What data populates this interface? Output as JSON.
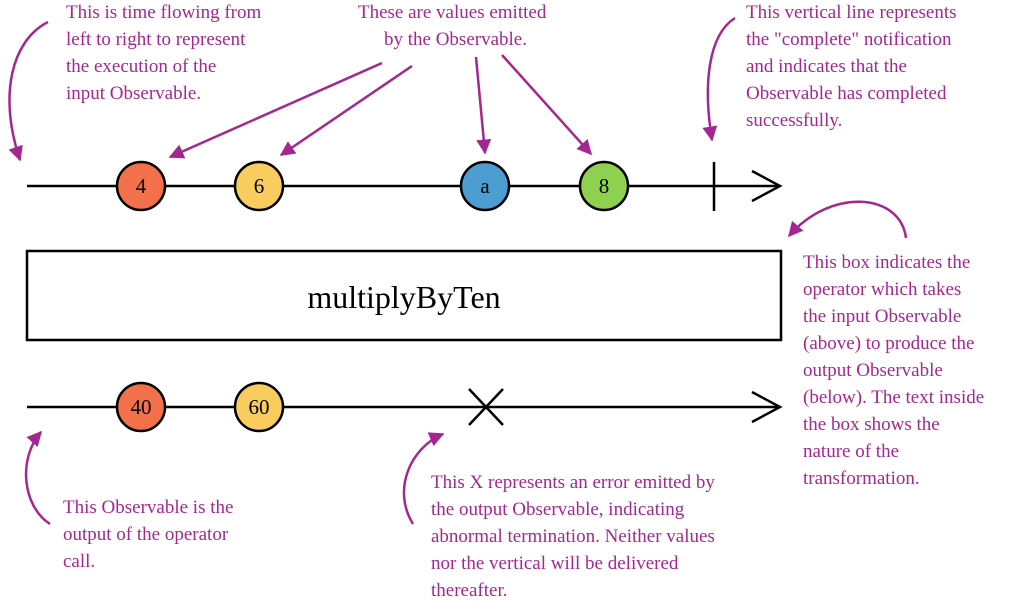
{
  "colors": {
    "annotation": "#a4278f",
    "line": "#000000",
    "marble_orange": "#f2714a",
    "marble_yellow": "#f9cc5e",
    "marble_blue": "#4c9ed0",
    "marble_green": "#8dd14e"
  },
  "input_observable": {
    "values": [
      {
        "label": "4",
        "color": "marble_orange"
      },
      {
        "label": "6",
        "color": "marble_yellow"
      },
      {
        "label": "a",
        "color": "marble_blue"
      },
      {
        "label": "8",
        "color": "marble_green"
      }
    ],
    "terminator": "complete"
  },
  "operator": {
    "label": "multiplyByTen"
  },
  "output_observable": {
    "values": [
      {
        "label": "40",
        "color": "marble_orange"
      },
      {
        "label": "60",
        "color": "marble_yellow"
      }
    ],
    "terminator": "error"
  },
  "notes": {
    "time": [
      "This is time flowing from",
      "left to right to represent",
      "the execution of the",
      "input Observable."
    ],
    "values": [
      "These are values emitted",
      "by the Observable."
    ],
    "complete": [
      "This vertical line represents",
      "the \"complete\" notification",
      "and indicates that the",
      "Observable has completed",
      "successfully."
    ],
    "operator": [
      "This box indicates the",
      "operator which takes",
      "the input Observable",
      "(above) to produce the",
      "output Observable",
      "(below). The text inside",
      "the box shows the",
      "nature of the",
      "transformation."
    ],
    "output": [
      "This Observable is the",
      "output of the operator",
      "call."
    ],
    "error": [
      "This X represents an error emitted by",
      "the output Observable, indicating",
      "abnormal termination. Neither values",
      "nor the vertical will be delivered",
      "thereafter."
    ]
  }
}
